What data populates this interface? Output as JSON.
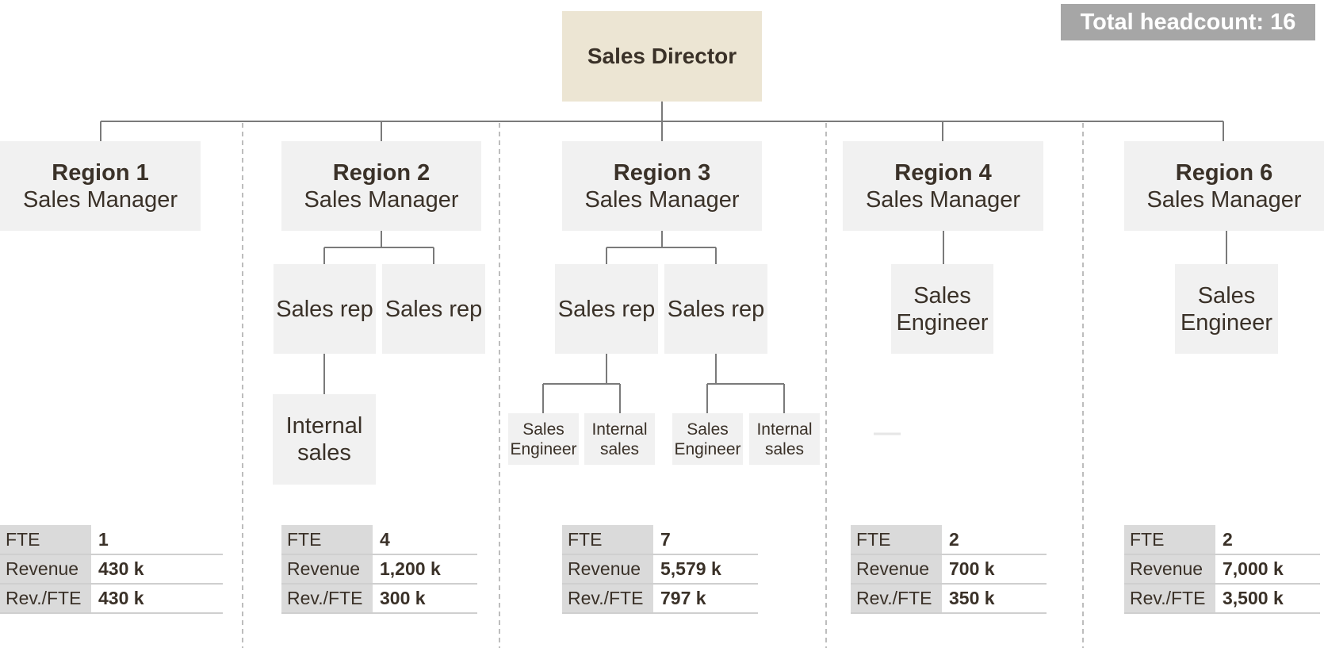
{
  "badge": "Total headcount: 16",
  "director": "Sales Director",
  "regions": [
    {
      "name": "Region 1",
      "title": "Sales Manager"
    },
    {
      "name": "Region 2",
      "title": "Sales Manager"
    },
    {
      "name": "Region 3",
      "title": "Sales Manager"
    },
    {
      "name": "Region 4",
      "title": "Sales Manager"
    },
    {
      "name": "Region 6",
      "title": "Sales Manager"
    }
  ],
  "roles": {
    "r2_rep_a": "Sales rep",
    "r2_rep_b": "Sales rep",
    "r2_internal_1": "Internal",
    "r2_internal_2": "sales",
    "r3_rep_a": "Sales rep",
    "r3_rep_b": "Sales rep",
    "r3_a_eng_1": "Sales",
    "r3_a_eng_2": "Engineer",
    "r3_a_int_1": "Internal",
    "r3_a_int_2": "sales",
    "r3_b_eng_1": "Sales",
    "r3_b_eng_2": "Engineer",
    "r3_b_int_1": "Internal",
    "r3_b_int_2": "sales",
    "r4_eng_1": "Sales",
    "r4_eng_2": "Engineer",
    "r6_eng_1": "Sales",
    "r6_eng_2": "Engineer"
  },
  "stat_labels": {
    "fte": "FTE",
    "revenue": "Revenue",
    "rev_per_fte": "Rev./FTE"
  },
  "stats": [
    {
      "fte": "1",
      "revenue": "430 k",
      "rev_per_fte": "430 k"
    },
    {
      "fte": "4",
      "revenue": "1,200 k",
      "rev_per_fte": "300 k"
    },
    {
      "fte": "7",
      "revenue": "5,579 k",
      "rev_per_fte": "797 k"
    },
    {
      "fte": "2",
      "revenue": "700 k",
      "rev_per_fte": "350 k"
    },
    {
      "fte": "2",
      "revenue": "7,000 k",
      "rev_per_fte": "3,500 k"
    }
  ],
  "colors": {
    "director_fill": "#ece5d3",
    "box_fill": "#f1f1f1",
    "badge_fill": "#a6a6a6",
    "line": "#7a7a7a"
  }
}
